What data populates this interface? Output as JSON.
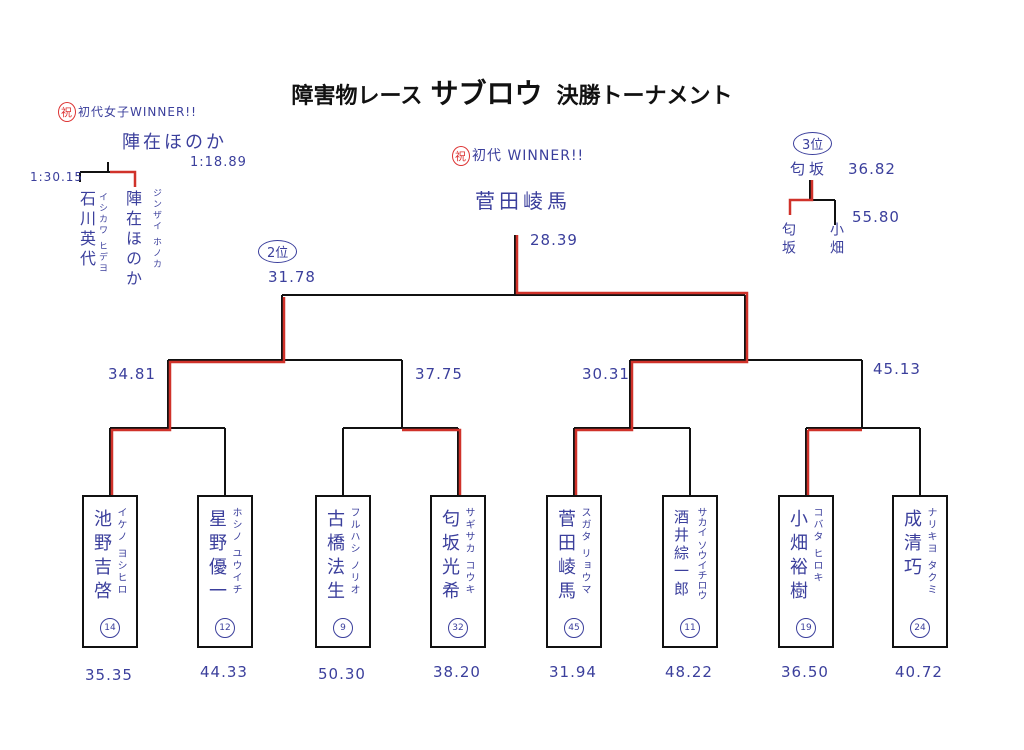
{
  "title": {
    "prefix": "障害物レース",
    "main": "サブロウ",
    "suffix": "決勝トーナメント"
  },
  "colors": {
    "line": "#111111",
    "winner_path": "#d0322a",
    "ink": "#3b3f9c"
  },
  "champion": {
    "celebrate": "祝",
    "label": "初代 WINNER!!",
    "name": "菅田崚馬",
    "time": "28.39"
  },
  "second": {
    "label": "2位",
    "time": "31.78"
  },
  "semis": [
    "34.81",
    "37.75",
    "30.31",
    "45.13"
  ],
  "players": [
    {
      "name": "池野吉啓",
      "kana": "イケノ ヨシヒロ",
      "seed": "14",
      "time": "35.35"
    },
    {
      "name": "星野優一",
      "kana": "ホシノ ユウイチ",
      "seed": "12",
      "time": "44.33"
    },
    {
      "name": "古橋法生",
      "kana": "フルハシ ノリオ",
      "seed": "9",
      "time": "50.30"
    },
    {
      "name": "匂坂光希",
      "kana": "サギサカ コウキ",
      "seed": "32",
      "time": "38.20"
    },
    {
      "name": "菅田崚馬",
      "kana": "スガタ リョウマ",
      "seed": "45",
      "time": "31.94"
    },
    {
      "name": "酒井綜一郎",
      "kana": "サカイ ソウイチロウ",
      "seed": "11",
      "time": "48.22"
    },
    {
      "name": "小畑裕樹",
      "kana": "コバタ ヒロキ",
      "seed": "19",
      "time": "36.50"
    },
    {
      "name": "成清巧",
      "kana": "ナリキヨ タクミ",
      "seed": "24",
      "time": "40.72"
    }
  ],
  "women": {
    "celebrate": "祝",
    "label": "初代女子WINNER!!",
    "winner": "陣在ほのか",
    "winner_time": "1:18.89",
    "loser_time": "1:30.15",
    "players": [
      {
        "name": "石川英代",
        "kana": "イシカワ ヒデヨ"
      },
      {
        "name": "陣在ほのか",
        "kana": "ジンザイ ホノカ"
      }
    ]
  },
  "third": {
    "label": "3位",
    "winner": "匂坂",
    "winner_time": "36.82",
    "other_time": "55.80",
    "players": [
      "匂坂",
      "小畑"
    ]
  }
}
